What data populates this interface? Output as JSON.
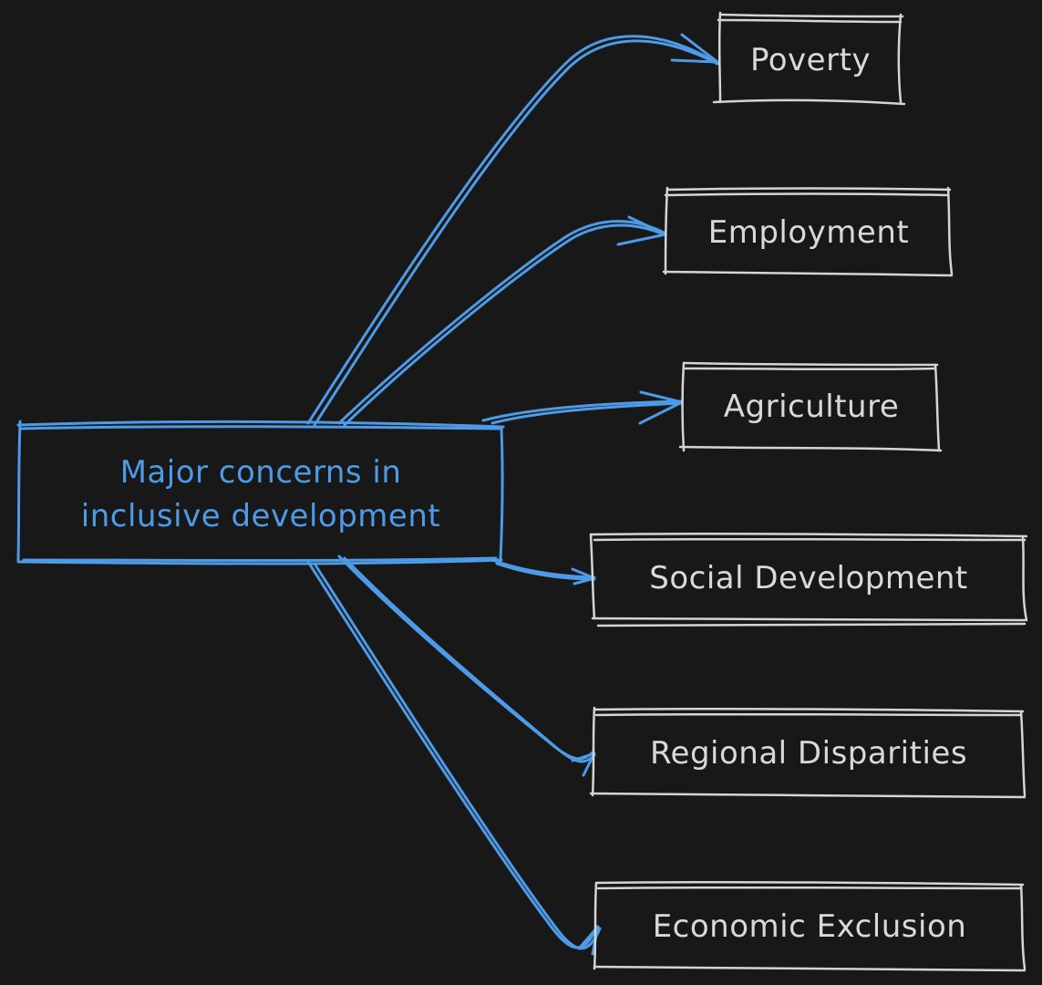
{
  "diagram": {
    "title": "Major concerns in inclusive development",
    "colors": {
      "background": "#181818",
      "accent": "#4d9be6",
      "node_stroke": "#d4d4d4",
      "node_text": "#d9d9d9"
    },
    "center": {
      "label_line1": "Major concerns in",
      "label_line2": "inclusive development"
    },
    "nodes": [
      {
        "id": "poverty",
        "label": "Poverty"
      },
      {
        "id": "employment",
        "label": "Employment"
      },
      {
        "id": "agriculture",
        "label": "Agriculture"
      },
      {
        "id": "social-development",
        "label": "Social Development"
      },
      {
        "id": "regional-disparities",
        "label": "Regional Disparities"
      },
      {
        "id": "economic-exclusion",
        "label": "Economic Exclusion"
      }
    ],
    "edges": [
      {
        "from": "center",
        "to": "poverty"
      },
      {
        "from": "center",
        "to": "employment"
      },
      {
        "from": "center",
        "to": "agriculture"
      },
      {
        "from": "center",
        "to": "social-development"
      },
      {
        "from": "center",
        "to": "regional-disparities"
      },
      {
        "from": "center",
        "to": "economic-exclusion"
      }
    ]
  }
}
